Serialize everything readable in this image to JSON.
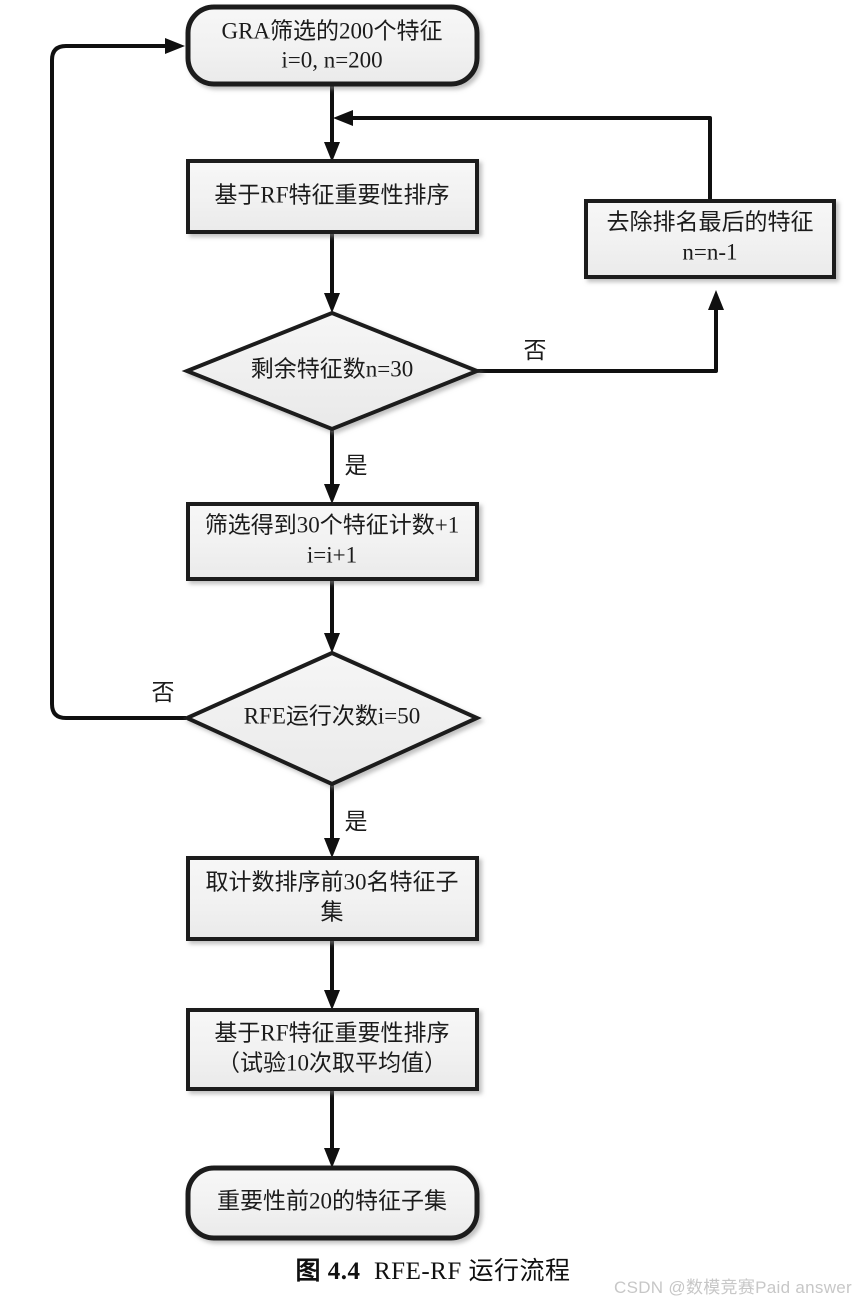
{
  "figure": {
    "caption_number": "图 4.4",
    "caption_text": "RFE-RF 运行流程",
    "watermark": "CSDN @数模竞赛Paid answer",
    "fill_color": "#f0f0f0",
    "stroke_color": "#1a1a1a",
    "background": "#ffffff"
  },
  "nodes": {
    "start": {
      "shape": "terminator",
      "line1": "GRA筛选的200个特征",
      "line2": "i=0, n=200"
    },
    "rank_rf": {
      "shape": "process",
      "line1": "基于RF特征重要性排序"
    },
    "remove_last": {
      "shape": "process",
      "line1": "去除排名最后的特征",
      "line2": "n=n-1"
    },
    "check_n": {
      "shape": "decision",
      "line1": "剩余特征数n=30"
    },
    "count_plus": {
      "shape": "process",
      "line1": "筛选得到30个特征计数+1",
      "line2": "i=i+1"
    },
    "check_i": {
      "shape": "decision",
      "line1": "RFE运行次数i=50"
    },
    "top30": {
      "shape": "process",
      "line1": "取计数排序前30名特征子",
      "line2": "集"
    },
    "rank_rf_avg": {
      "shape": "process",
      "line1": "基于RF特征重要性排序",
      "line2": "（试验10次取平均值）"
    },
    "end": {
      "shape": "terminator",
      "line1": "重要性前20的特征子集"
    }
  },
  "edge_labels": {
    "n_no": "否",
    "n_yes": "是",
    "i_no": "否",
    "i_yes": "是"
  }
}
